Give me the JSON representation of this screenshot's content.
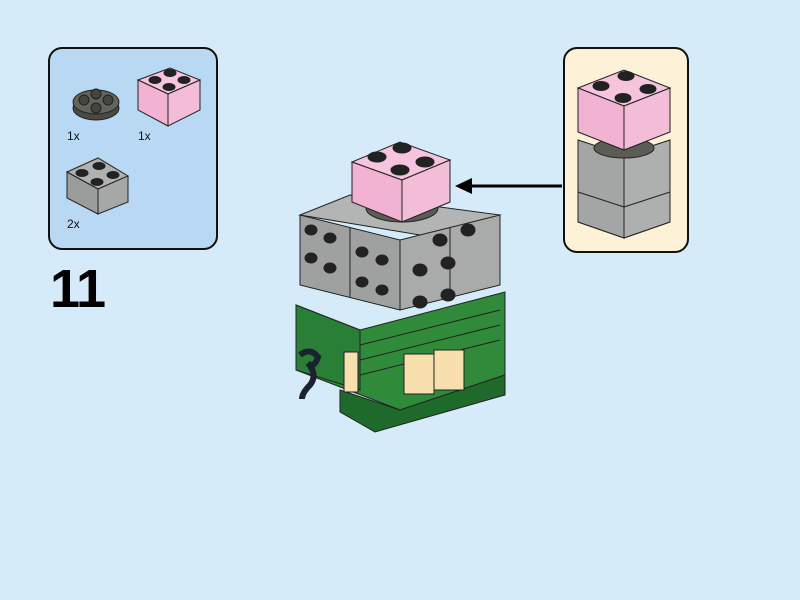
{
  "step_number": "11",
  "parts_list": [
    {
      "part": "round-plate-2x2",
      "color": "#5b5b55",
      "quantity": "1x"
    },
    {
      "part": "brick-2x2",
      "color": "#f3b6d4",
      "quantity": "1x"
    },
    {
      "part": "brick-2x2",
      "color": "#a4a5a5",
      "quantity": "2x"
    }
  ],
  "colors": {
    "background": "#d5ebfa",
    "parts_panel": "#b9d8f3",
    "callout_panel": "#fdf2d7",
    "pink": "#f3b6d4",
    "gray": "#a4a5a5",
    "green": "#2f8a3a",
    "tan": "#f7dfae"
  }
}
